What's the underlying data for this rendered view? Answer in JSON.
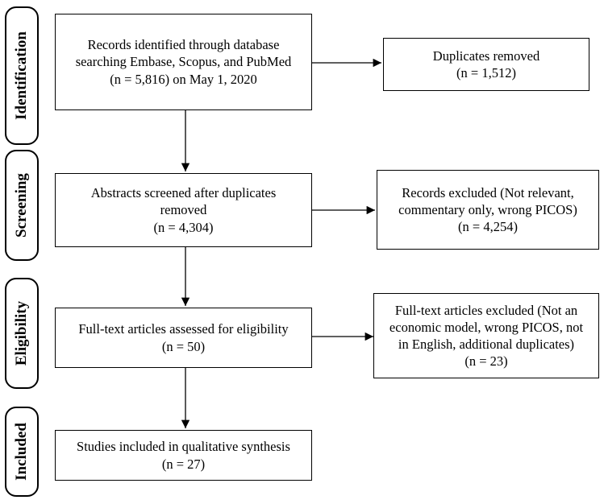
{
  "stages": [
    {
      "key": "identification",
      "label": "Identification"
    },
    {
      "key": "screening",
      "label": "Screening"
    },
    {
      "key": "eligibility",
      "label": "Eligibility"
    },
    {
      "key": "included",
      "label": "Included"
    }
  ],
  "boxes": {
    "identified": {
      "lines": [
        "Records identified through database",
        "searching Embase, Scopus, and PubMed",
        "(n = 5,816) on May 1, 2020"
      ]
    },
    "duplicates": {
      "lines": [
        "Duplicates removed",
        "(n = 1,512)"
      ]
    },
    "screened": {
      "lines": [
        "Abstracts  screened after duplicates",
        "removed",
        "(n = 4,304)"
      ]
    },
    "excluded_records": {
      "lines": [
        "Records excluded (Not relevant,",
        "commentary only, wrong PICOS)",
        "(n = 4,254)"
      ]
    },
    "fulltext": {
      "lines": [
        "Full-text articles assessed for eligibility",
        "(n = 50)"
      ]
    },
    "fulltext_excluded": {
      "lines": [
        "Full-text articles excluded (Not an",
        "economic model, wrong PICOS, not",
        "in English, additional duplicates)",
        "(n = 23)"
      ]
    },
    "included": {
      "lines": [
        "Studies included in qualitative synthesis",
        "(n = 27)"
      ]
    }
  }
}
